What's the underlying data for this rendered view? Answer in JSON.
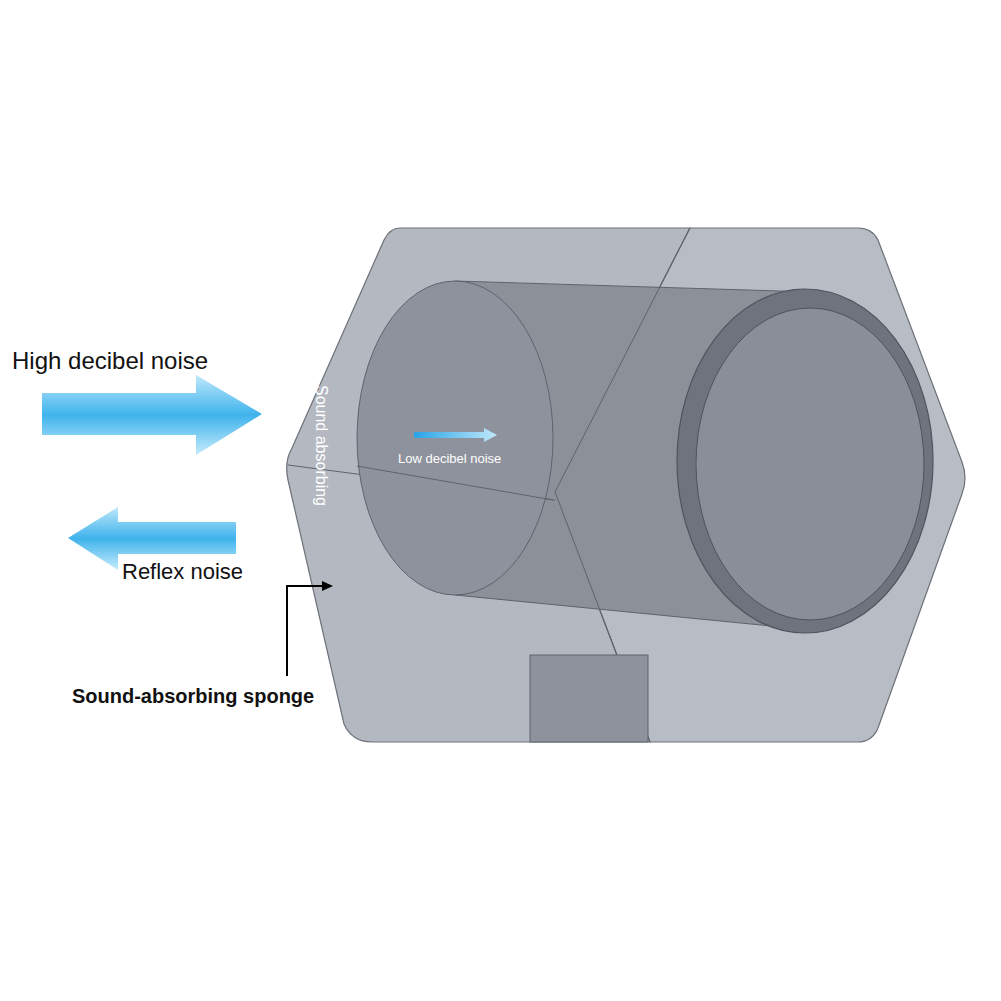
{
  "diagram": {
    "labels": [
      "High decibel noise",
      "Sound absorbing",
      "Low decibel noise",
      "Reflex noise",
      "Sound-absorbing sponge"
    ]
  }
}
